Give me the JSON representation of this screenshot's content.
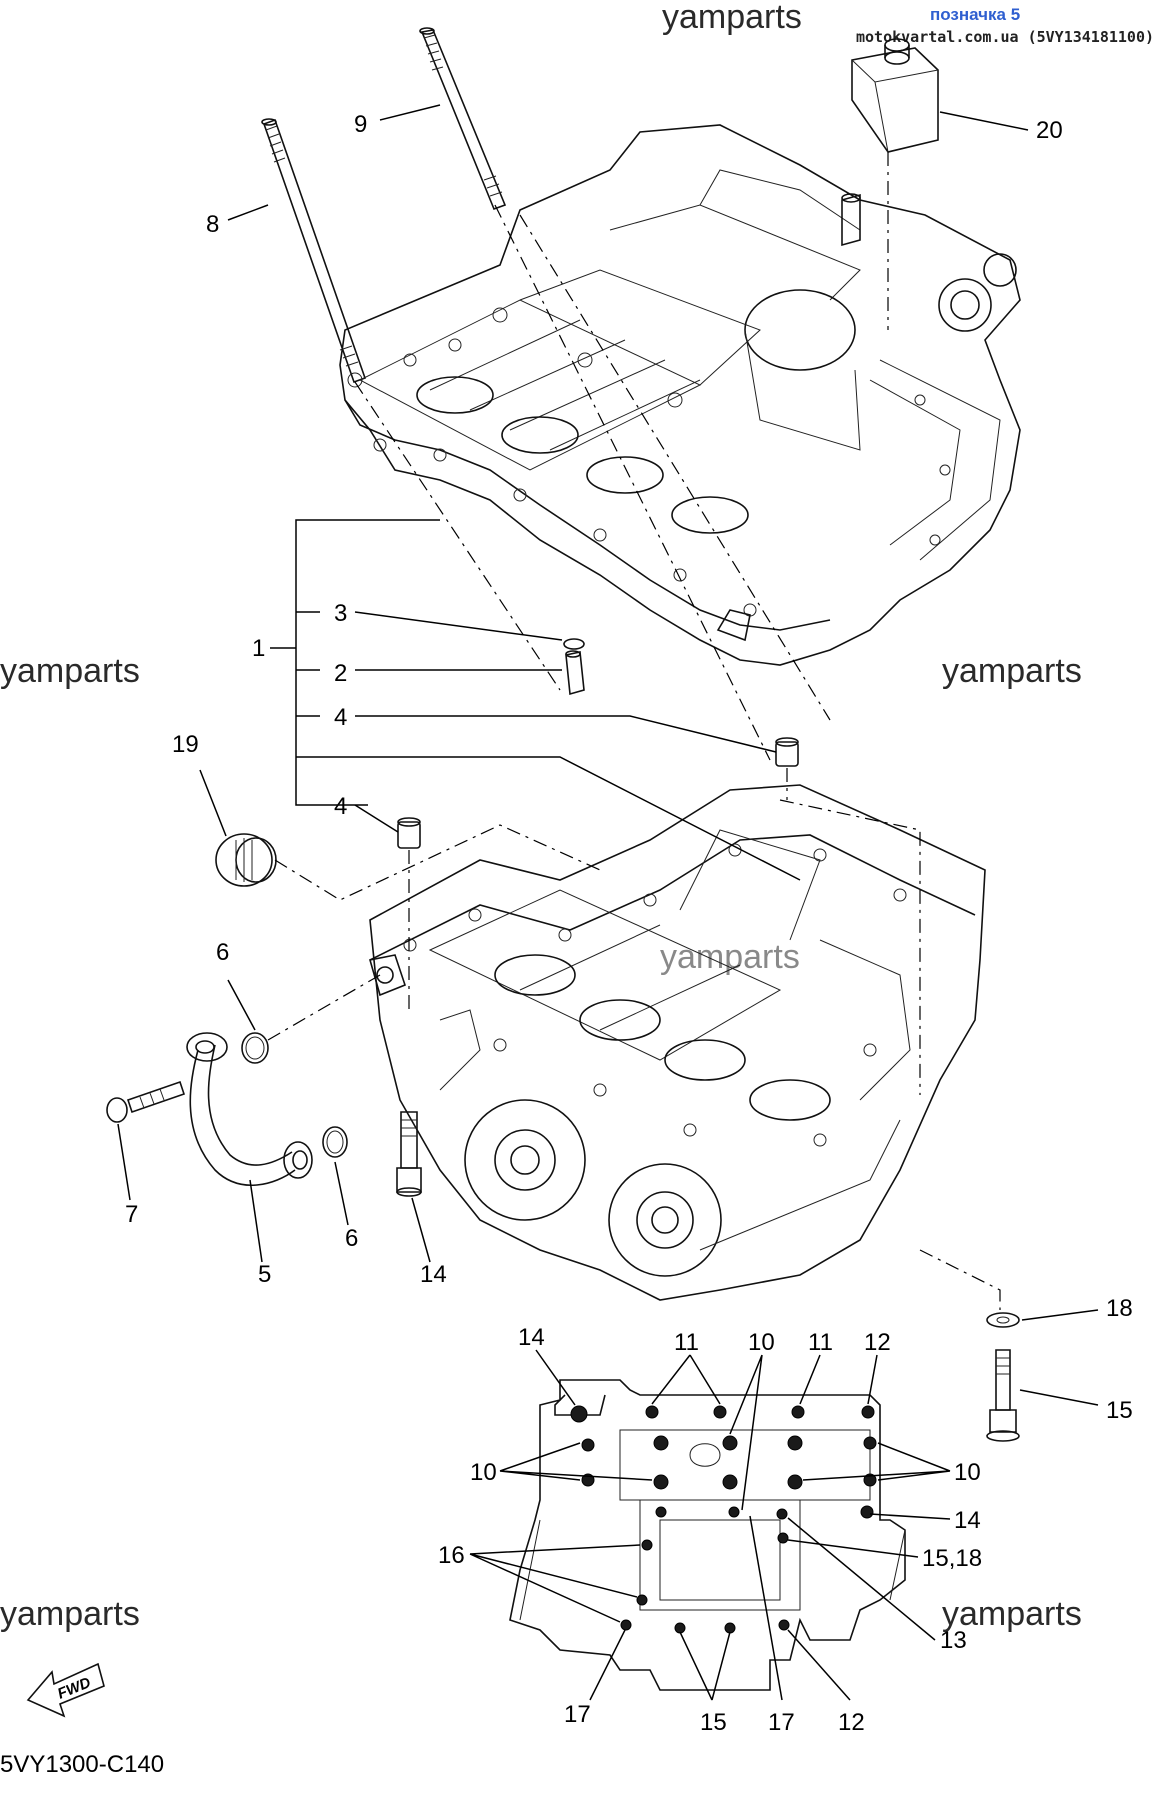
{
  "header": {
    "label": "позначка 5",
    "source": "motokvartal.com.ua (5VY134181100)"
  },
  "watermarks": [
    "yamparts",
    "yamparts",
    "yamparts",
    "yamparts",
    "yamparts",
    "yamparts"
  ],
  "diagram_code": "5VY1300-C140",
  "fwd_label": "FWD",
  "callouts": {
    "c1": "1",
    "c2": "2",
    "c3": "3",
    "c4a": "4",
    "c4b": "4",
    "c5": "5",
    "c6a": "6",
    "c6b": "6",
    "c7": "7",
    "c8": "8",
    "c9": "9",
    "c14a": "14",
    "c15a": "15",
    "c18a": "18",
    "c19": "19",
    "c20": "20"
  },
  "bottom_view_callouts": {
    "b14": "14",
    "b11a": "11",
    "b10a": "10",
    "b11b": "11",
    "b12a": "12",
    "b10l": "10",
    "b10r": "10",
    "b14r": "14",
    "b16": "16",
    "b1518": "15,18",
    "b13": "13",
    "b17a": "17",
    "b15": "15",
    "b17b": "17",
    "b12b": "12"
  }
}
